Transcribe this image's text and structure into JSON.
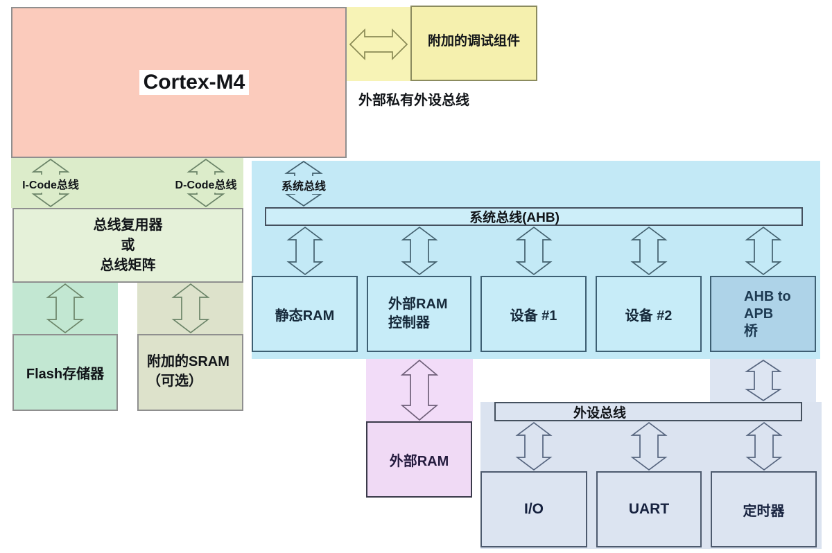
{
  "diagram": {
    "cortex": {
      "label": "Cortex-M4"
    },
    "debug_box": {
      "label": "附加的调试组件"
    },
    "ext_private_bus_label": "外部私有外设总线",
    "icode_bus_label": "I-Code总线",
    "dcode_bus_label": "D-Code总线",
    "system_bus_label": "系统总线",
    "bus_matrix": {
      "line1": "总线复用器",
      "line2": "或",
      "line3": "总线矩阵"
    },
    "flash": {
      "label": "Flash存储器"
    },
    "optional_sram": {
      "line1": "附加的SRAM",
      "line2": "（可选）"
    },
    "ahb_bar": {
      "label": "系统总线(AHB)"
    },
    "static_ram": {
      "label": "静态RAM"
    },
    "ext_ram_controller": {
      "line1": "外部RAM",
      "line2": "控制器"
    },
    "device1": {
      "label": "设备 #1"
    },
    "device2": {
      "label": "设备 #2"
    },
    "ahb_apb_bridge": {
      "line1": "AHB to",
      "line2": "APB",
      "line3": "桥"
    },
    "ext_ram": {
      "label": "外部RAM"
    },
    "peripheral_bar": {
      "label": "外设总线"
    },
    "io": {
      "label": "I/O"
    },
    "uart": {
      "label": "UART"
    },
    "timer": {
      "label": "定时器"
    }
  },
  "colors": {
    "cortex_fill": "#fbcbbc",
    "yellow_fill": "#f7f3b6",
    "debug_fill": "#f5f0ae",
    "green_band": "#dcecca",
    "matrix_fill": "#e5f1d9",
    "teal_fill": "#c2e7d2",
    "olive_fill": "#dde2cb",
    "blue_bg": "#c3e9f6",
    "blue_box": "#c7ecf8",
    "ahb_bar": "#cdeef9",
    "bridge_fill": "#aed3e8",
    "pink_band": "#f2dcf8",
    "pink_box": "#f0daf5",
    "lav_band": "#dde5f2",
    "lav_bg": "#dbe3f0",
    "lav_box": "#dce4f1",
    "gray_border": "#8f8f8f",
    "blue_border": "#3d5f73",
    "dark_border": "#44505e",
    "stroke_green": "#6b8468",
    "stroke_olive": "#8a8a55",
    "stroke_blue": "#43606e",
    "stroke_pink": "#6e5f78",
    "stroke_lav": "#55647e",
    "text": "#111418"
  }
}
